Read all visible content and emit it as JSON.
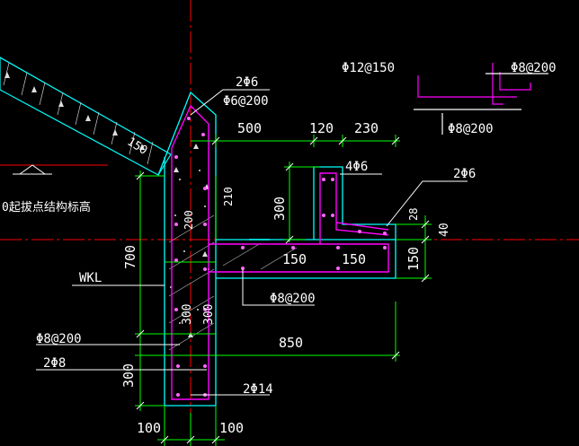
{
  "colors": {
    "background": "#000000",
    "concrete_outline": "#00ffff",
    "rebar": "#ff00ff",
    "dimension": "#00ff00",
    "annotation": "#ffffff",
    "axis": "#ff0000",
    "hatch": "#ffffff"
  },
  "annotations": {
    "top_bars": "2Φ6",
    "top_stirrup": "Φ6@200",
    "detail_top_left": "Φ12@150",
    "detail_top_right": "Φ8@200",
    "detail_bottom": "Φ8@200",
    "upstand_bars": "4Φ6",
    "ledge_bars": "2Φ6",
    "slab_stirrup": "Φ8@200",
    "wkl": "WKL",
    "beam_stirrup": "Φ8@200",
    "beam_side_bars": "2Φ8",
    "bottom_bars": "2Φ14",
    "level_note": "0起拔点结构标高"
  },
  "dimensions": {
    "d500": "500",
    "d120": "120",
    "d230": "230",
    "d150_slope": "150",
    "d210": "210",
    "d200": "200",
    "d300_upstand": "300",
    "d28": "28",
    "d40": "40",
    "d150_right": "150",
    "d150_a": "150",
    "d150_b": "150",
    "d700": "700",
    "d300_a": "300",
    "d300_b": "300",
    "d850": "850",
    "d300_left": "300",
    "d100_a": "100",
    "d100_b": "100"
  }
}
